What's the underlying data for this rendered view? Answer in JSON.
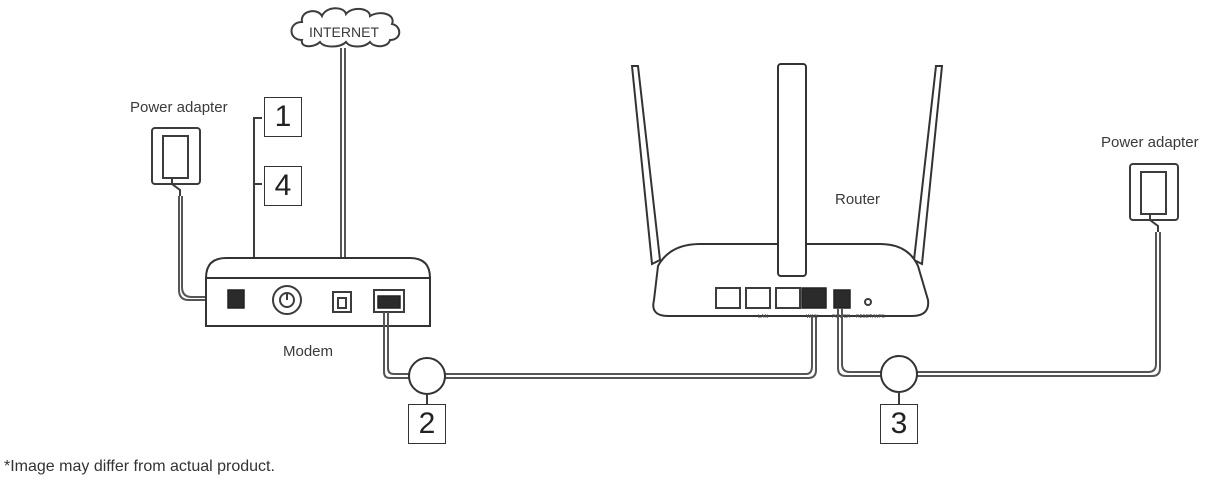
{
  "labels": {
    "internet": "INTERNET",
    "power_adapter_left": "Power adapter",
    "power_adapter_right": "Power adapter",
    "modem": "Modem",
    "router": "Router",
    "router_ports": {
      "lan": "LAN",
      "wan": "WAN",
      "power": "POWER",
      "reset": "RESET/WPS"
    }
  },
  "steps": [
    "1",
    "4",
    "2",
    "3"
  ],
  "footnote": "*Image may differ from actual product.",
  "icons": [
    "cloud-icon",
    "power-adapter-icon",
    "modem-icon",
    "router-icon",
    "ethernet-port-icon",
    "power-button-icon"
  ],
  "colors": {
    "line": "#3c3c3c",
    "fill_dark": "#2b2b2b",
    "background": "#ffffff"
  }
}
